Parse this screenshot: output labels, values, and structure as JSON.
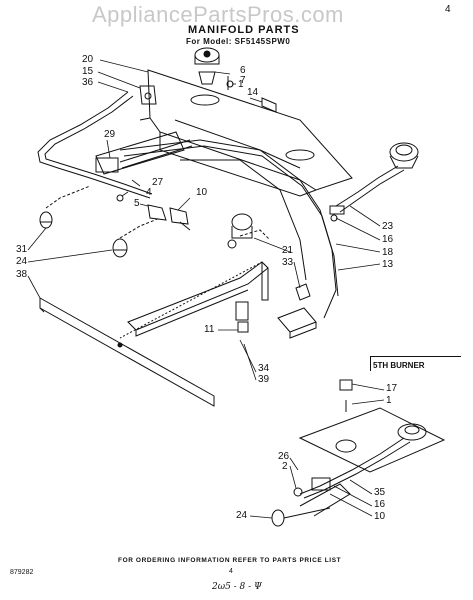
{
  "watermark": "AppliancePartsPros.com",
  "header": {
    "title": "MANIFOLD PARTS",
    "model_label": "For Model: SF5145SPW0"
  },
  "corner_mark": "4",
  "section_label": "5TH BURNER",
  "callouts": {
    "c20": "20",
    "c15": "15",
    "c36": "36",
    "c6": "6",
    "c7": "7",
    "c1a": "1",
    "c14": "14",
    "c29": "29",
    "c27": "27",
    "c4": "4",
    "c5": "5",
    "c10a": "10",
    "c23": "23",
    "c16a": "16",
    "c18": "18",
    "c13": "13",
    "c21": "21",
    "c33": "33",
    "c31": "31",
    "c24a": "24",
    "c38": "38",
    "c11": "11",
    "c34": "34",
    "c39": "39",
    "c17": "17",
    "c1b": "1",
    "c26": "26",
    "c2": "2",
    "c35": "35",
    "c16b": "16",
    "c10b": "10",
    "c24b": "24"
  },
  "footer": {
    "ordering_note": "FOR ORDERING INFORMATION REFER TO PARTS PRICE LIST",
    "doc_number": "879282",
    "page_number": "4",
    "handwritten": "2ω5 - 8 - Ψ"
  },
  "colors": {
    "ink": "#111111",
    "watermark": "#c8c8c8",
    "paper": "#ffffff"
  }
}
